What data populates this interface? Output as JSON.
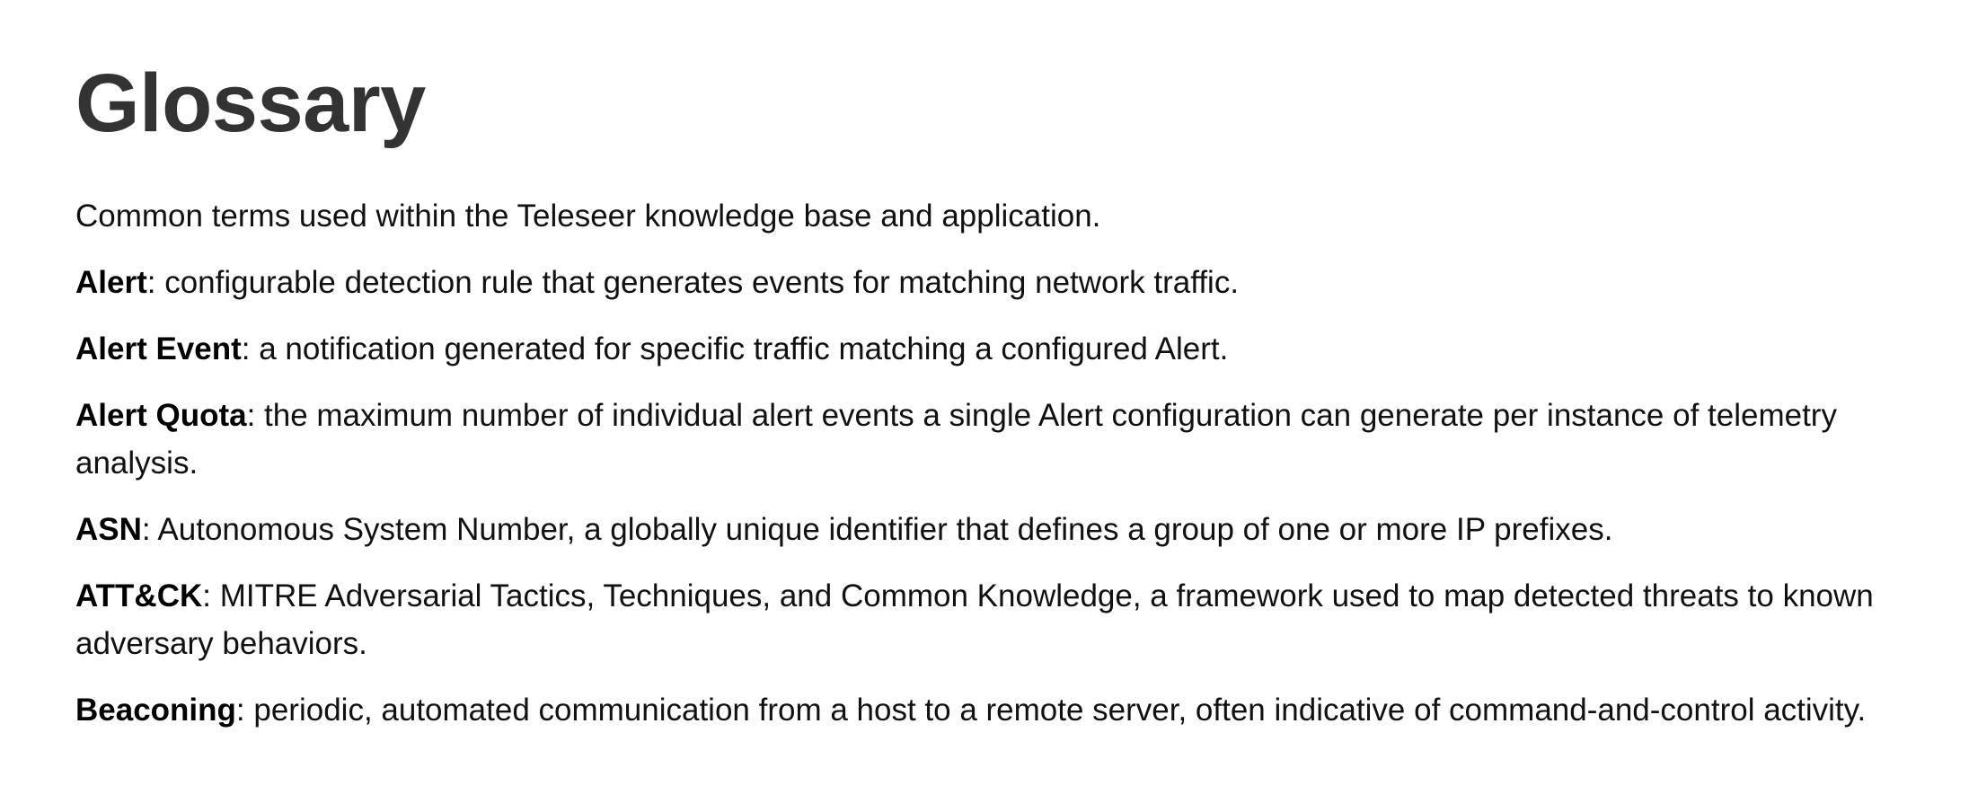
{
  "page": {
    "title": "Glossary",
    "intro": "Common terms used within the Teleseer knowledge base and application."
  },
  "glossary": [
    {
      "term": "Alert",
      "definition": ": configurable detection rule that generates events for matching network traffic."
    },
    {
      "term": "Alert Event",
      "definition": ": a notification generated for specific traffic matching a configured Alert."
    },
    {
      "term": "Alert Quota",
      "definition": ": the maximum number of individual alert events a single Alert configuration can generate per instance of telemetry analysis."
    },
    {
      "term": "ASN",
      "definition": ": Autonomous System Number, a globally unique identifier that defines a group of one or more IP prefixes."
    },
    {
      "term": "ATT&CK",
      "definition": ": MITRE Adversarial Tactics, Techniques, and Common Knowledge, a framework used to map detected threats to known adversary behaviors."
    },
    {
      "term": "Beaconing",
      "definition": ": periodic, automated communication from a host to a remote server, often indicative of command-and-control activity."
    }
  ]
}
